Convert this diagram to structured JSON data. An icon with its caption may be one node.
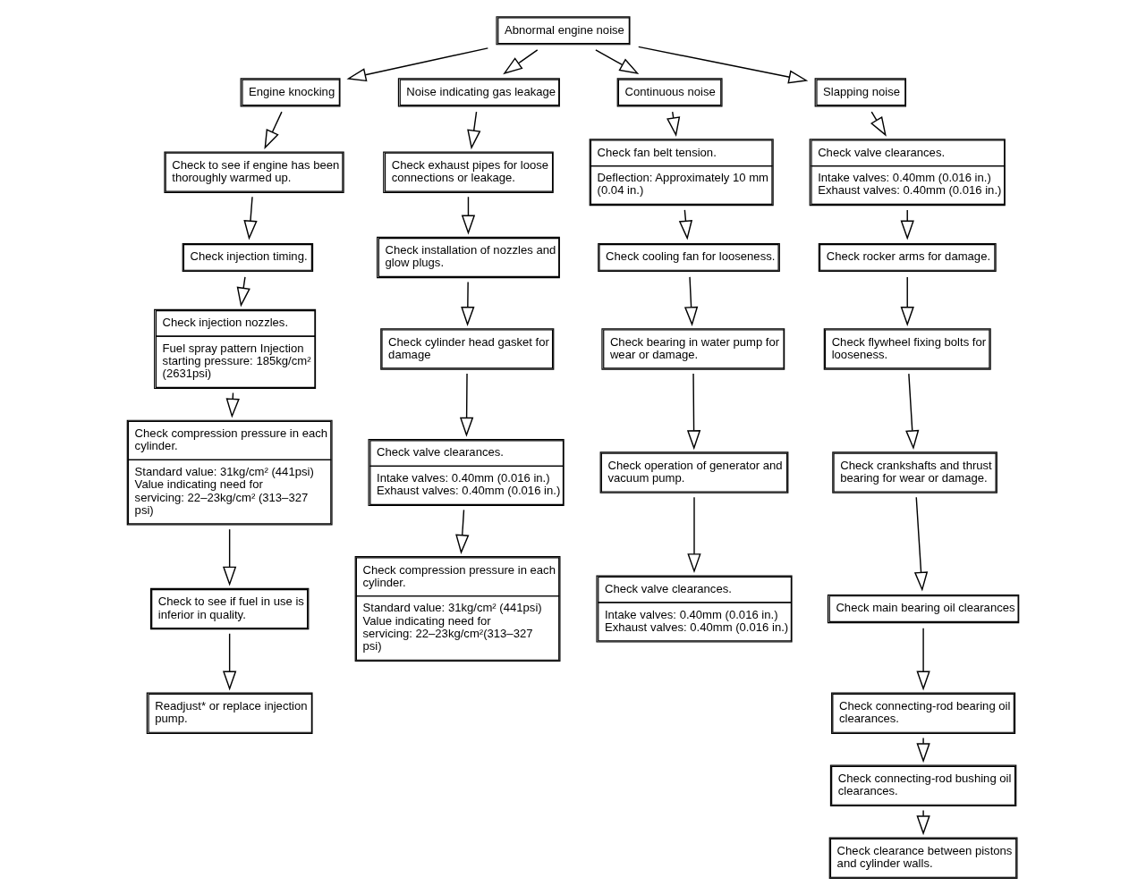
{
  "diagram": {
    "nodes": [
      {
        "text": [
          "Abnormal engine noise"
        ]
      },
      {
        "text": [
          "Engine knocking"
        ]
      },
      {
        "text": [
          "Noise indicating gas leakage"
        ]
      },
      {
        "text": [
          "Continuous noise"
        ]
      },
      {
        "text": [
          "Slapping noise"
        ]
      },
      {
        "text": [
          "Check to see if engine has been thoroughly warmed up."
        ]
      },
      {
        "text": [
          "Check injection timing."
        ]
      },
      {
        "text": [
          "Check injection nozzles.",
          "Fuel spray pattern Injection starting pressure: 185kg/cm² (2631psi)"
        ]
      },
      {
        "text": [
          "Check compression pressure in each cylinder.",
          "Standard value: 31kg/cm² (441psi) Value indicating need for servicing: 22–23kg/cm² (313–327 psi)"
        ]
      },
      {
        "text": [
          "Check to see if fuel in use is inferior in quality."
        ]
      },
      {
        "text": [
          "Readjust* or replace injection pump."
        ]
      },
      {
        "text": [
          "Check exhaust pipes for loose connections or leakage."
        ]
      },
      {
        "text": [
          "Check installation of nozzles and glow plugs."
        ]
      },
      {
        "text": [
          "Check cylinder head gasket for damage"
        ]
      },
      {
        "text": [
          "Check valve clearances.",
          "Intake valves: 0.40mm (0.016 in.) Exhaust valves: 0.40mm (0.016 in.)"
        ]
      },
      {
        "text": [
          "Check compression pressure in each cylinder.",
          "Standard value: 31kg/cm² (441psi) Value indicating need for servicing: 22–23kg/cm²(313–327 psi)"
        ]
      },
      {
        "text": [
          "Check fan belt tension.",
          "Deflection: Approximately 10 mm (0.04 in.)"
        ]
      },
      {
        "text": [
          "Check cooling fan for looseness."
        ]
      },
      {
        "text": [
          "Check bearing in water pump for wear or damage."
        ]
      },
      {
        "text": [
          "Check operation of generator and vacuum pump."
        ]
      },
      {
        "text": [
          "Check valve clearances.",
          "Intake valves: 0.40mm (0.016 in.) Exhaust valves: 0.40mm (0.016 in.)"
        ]
      },
      {
        "text": [
          "Check valve clearances.",
          "Intake valves: 0.40mm (0.016 in.) Exhaust valves: 0.40mm (0.016 in.)"
        ]
      },
      {
        "text": [
          "Check rocker arms for damage."
        ]
      },
      {
        "text": [
          "Check flywheel fixing bolts for looseness."
        ]
      },
      {
        "text": [
          "Check crankshafts and thrust bearing for wear or damage."
        ]
      },
      {
        "text": [
          "Check main bearing oil clearances"
        ]
      },
      {
        "text": [
          "Check connecting-rod bearing oil clearances."
        ]
      },
      {
        "text": [
          "Check connecting-rod bushing oil clearances."
        ]
      },
      {
        "text": [
          "Check clearance between pistons and cylinder walls."
        ]
      }
    ],
    "edges": [
      {
        "from": 0,
        "to": 1,
        "arrow": "to"
      },
      {
        "from": 0,
        "to": 2,
        "arrow": "to"
      },
      {
        "from": 0,
        "to": 3,
        "arrow": "to"
      },
      {
        "from": 0,
        "to": 4,
        "arrow": "to"
      },
      {
        "from": 1,
        "to": 5,
        "arrow": "to"
      },
      {
        "from": 5,
        "to": 6,
        "arrow": "to"
      },
      {
        "from": 6,
        "to": 7,
        "arrow": "to"
      },
      {
        "from": 7,
        "to": 8,
        "arrow": "to"
      },
      {
        "from": 8,
        "to": 9,
        "arrow": "to"
      },
      {
        "from": 9,
        "to": 10,
        "arrow": "to"
      },
      {
        "from": 2,
        "to": 11,
        "arrow": "to"
      },
      {
        "from": 11,
        "to": 12,
        "arrow": "to"
      },
      {
        "from": 12,
        "to": 13,
        "arrow": "to"
      },
      {
        "from": 13,
        "to": 14,
        "arrow": "to"
      },
      {
        "from": 14,
        "to": 15,
        "arrow": "to"
      },
      {
        "from": 3,
        "to": 16,
        "arrow": "to"
      },
      {
        "from": 16,
        "to": 17,
        "arrow": "to"
      },
      {
        "from": 17,
        "to": 18,
        "arrow": "to"
      },
      {
        "from": 18,
        "to": 19,
        "arrow": "to"
      },
      {
        "from": 19,
        "to": 20,
        "arrow": "to"
      },
      {
        "from": 4,
        "to": 21,
        "arrow": "to"
      },
      {
        "from": 21,
        "to": 22,
        "arrow": "to"
      },
      {
        "from": 22,
        "to": 23,
        "arrow": "to"
      },
      {
        "from": 23,
        "to": 24,
        "arrow": "to"
      },
      {
        "from": 24,
        "to": 25,
        "arrow": "to"
      },
      {
        "from": 25,
        "to": 26,
        "arrow": "to"
      },
      {
        "from": 26,
        "to": 27,
        "arrow": "to"
      },
      {
        "from": 27,
        "to": 28,
        "arrow": "to"
      }
    ]
  }
}
